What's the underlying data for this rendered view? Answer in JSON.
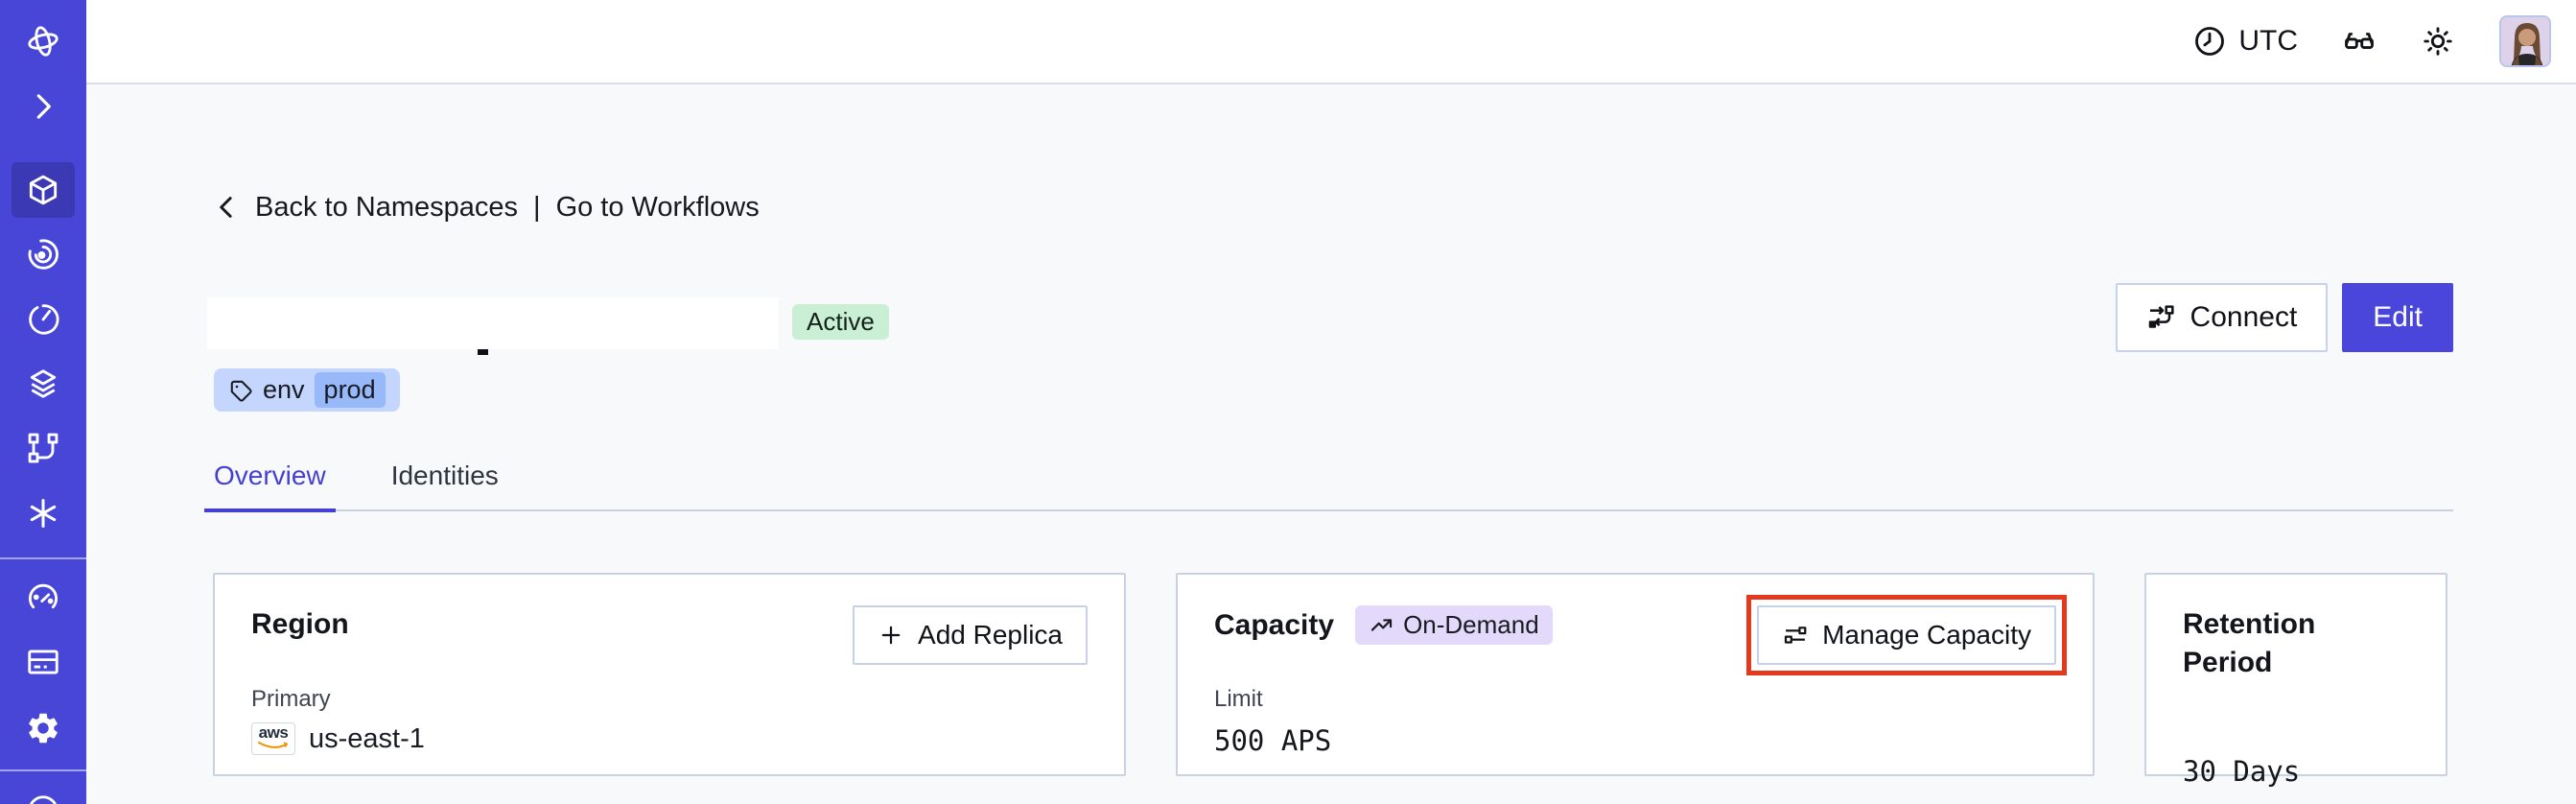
{
  "topbar": {
    "timezone": "UTC"
  },
  "breadcrumb": {
    "back": "Back to Namespaces",
    "separator": "|",
    "go": "Go to Workflows"
  },
  "namespace": {
    "status": "Active",
    "tag_key": "env",
    "tag_value": "prod"
  },
  "actions": {
    "connect": "Connect",
    "edit": "Edit"
  },
  "tabs": {
    "overview": "Overview",
    "identities": "Identities"
  },
  "cards": {
    "region": {
      "title": "Region",
      "add_replica": "Add Replica",
      "primary_label": "Primary",
      "provider": "aws",
      "value": "us-east-1"
    },
    "capacity": {
      "title": "Capacity",
      "badge": "On-Demand",
      "manage": "Manage Capacity",
      "limit_label": "Limit",
      "value": "500 APS"
    },
    "retention": {
      "title": "Retention Period",
      "value": "30 Days"
    }
  },
  "colors": {
    "sidebar": "#4846d7",
    "sidebar_active": "#3c39b5",
    "accent": "#4a46dc",
    "status_badge_bg": "#c9efd5",
    "tag_bg": "#c4d5fe",
    "tag_value_bg": "#98b9f9",
    "ondemand_bg": "#e3d9fa",
    "annotation_red": "#e5391e",
    "content_bg": "#f8f9fb"
  },
  "icons": [
    "temporal-logo-icon",
    "chevron-right-icon",
    "namespaces-cube-icon",
    "workflows-spiral-icon",
    "schedules-timer-icon",
    "deployments-layers-icon",
    "batch-branch-icon",
    "nexus-asterisk-icon",
    "usage-gauge-icon",
    "billing-card-icon",
    "settings-gear-icon",
    "help-circle-icon",
    "clock-icon",
    "glasses-icon",
    "sun-icon",
    "avatar",
    "chevron-left-icon",
    "tag-icon",
    "connect-flow-icon",
    "plus-icon",
    "trending-up-icon",
    "sliders-icon",
    "aws-logo"
  ]
}
